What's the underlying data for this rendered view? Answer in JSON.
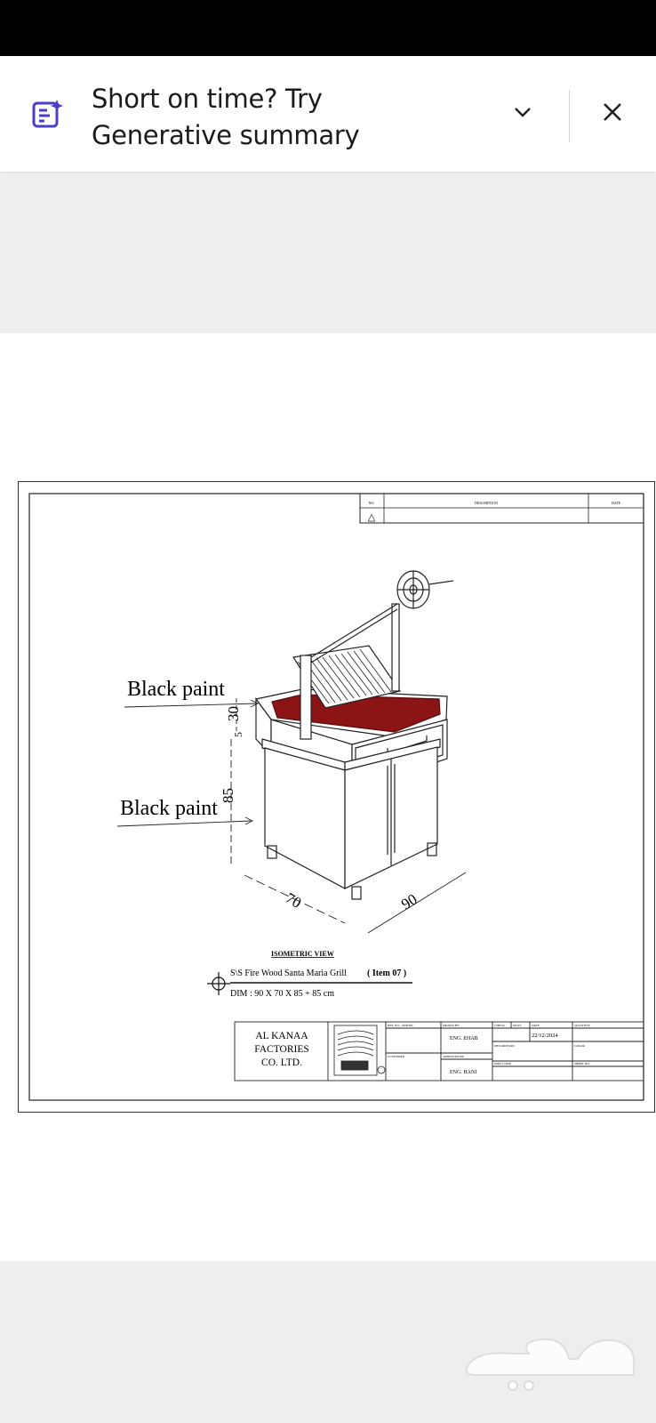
{
  "banner": {
    "message": "Short on time? Try Generative summary",
    "icon": "generative-summary-icon",
    "expand_icon": "chevron-down-icon",
    "close_icon": "close-icon"
  },
  "revision_table": {
    "col_no": "NO.",
    "col_description": "DESCRIPTION",
    "col_date": "DATE",
    "row_marker": "△"
  },
  "drawing": {
    "label_top": "Black paint",
    "label_bottom": "Black paint",
    "dim_30": "30",
    "dim_5": "5",
    "dim_85": "85",
    "dim_70": "70",
    "dim_90": "90",
    "view_title": "ISOMETRIC VIEW",
    "product_name": "S\\S Fire Wood Santa Maria Grill",
    "item_no": "( Item 07 )",
    "dimensions": "DIM : 90 X 70 X 85 + 85 cm"
  },
  "title_block": {
    "company_line1": "AL KANAA",
    "company_line2": "FACTORIES",
    "company_line3": "CO. LTD.",
    "ref_model": "REF. NO. / MODEL",
    "drawn_by": "DRAWN BY",
    "drawn_by_value": "ENG. EHAB",
    "check": "CHECK",
    "mat": "MAT'L",
    "date": "DATE",
    "date_value": "22/12/2024",
    "quantity": "QUANTITY",
    "description": "DESCRIPTION",
    "color": "COLOR",
    "customer": "CUSTOMER",
    "approved_by": "APPROVED BY",
    "approved_by_value": "ENG. HANI",
    "part_code": "PART CODE",
    "sheet_no": "SHEET NO."
  },
  "colors": {
    "grill_red": "#8b1414",
    "accent_purple": "#4b3fc4"
  }
}
